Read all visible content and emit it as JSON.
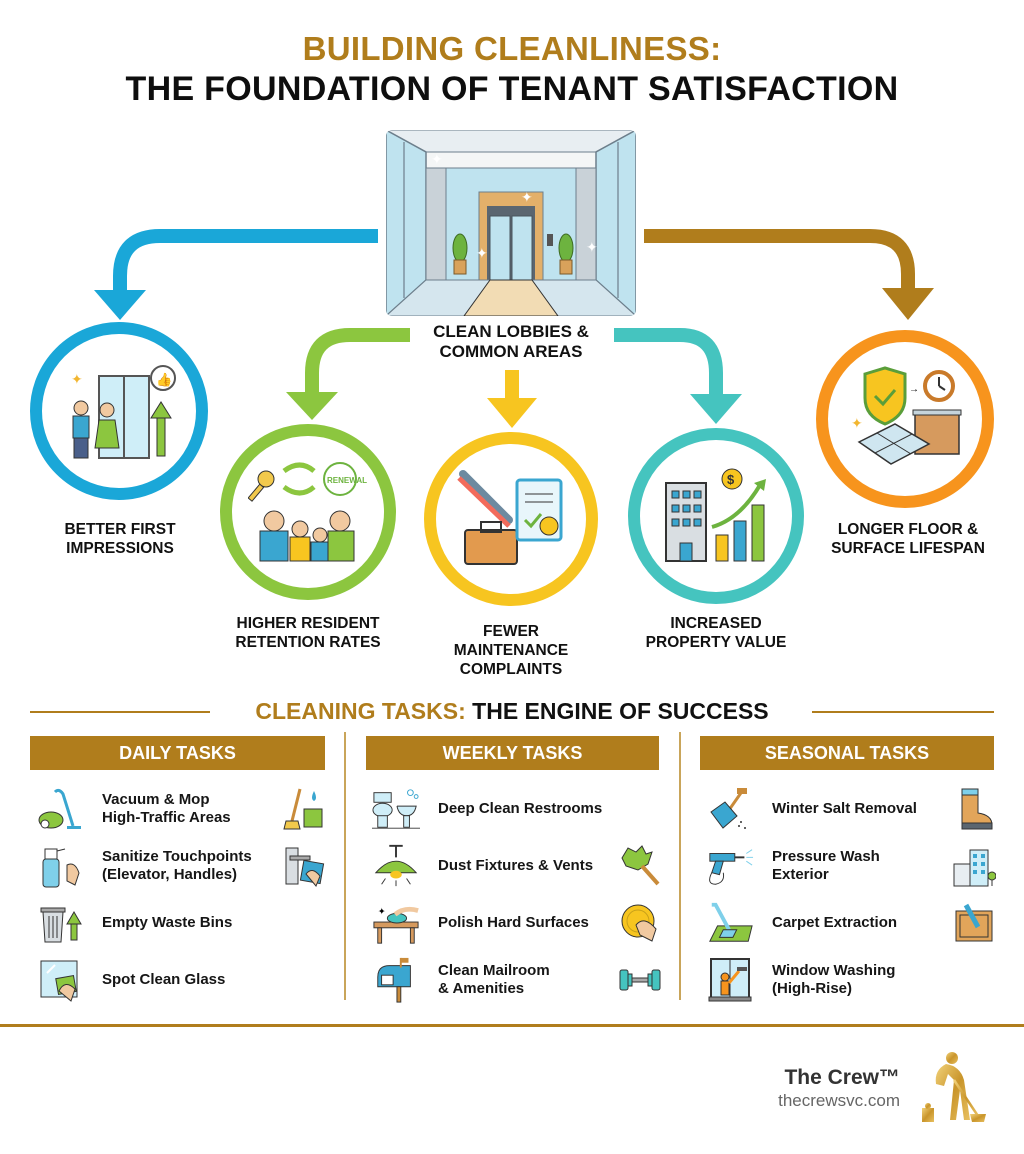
{
  "header": {
    "title_line1": "BUILDING CLEANLINESS:",
    "title_line2": "THE FOUNDATION OF TENANT SATISFACTION"
  },
  "center": {
    "image": "lobby-illustration",
    "label_line1": "CLEAN LOBBIES &",
    "label_line2": "COMMON AREAS"
  },
  "benefits": [
    {
      "line1": "BETTER FIRST",
      "line2": "IMPRESSIONS",
      "line3": "",
      "color": "#1aa7d8",
      "icon": "couple-entering-door-icon"
    },
    {
      "line1": "HIGHER RESIDENT",
      "line2": "RETENTION RATES",
      "line3": "",
      "color": "#8cc63f",
      "icon": "family-renewal-icon",
      "stamp": "RENEWAL"
    },
    {
      "line1": "FEWER",
      "line2": "MAINTENANCE",
      "line3": "COMPLAINTS",
      "color": "#f7c520",
      "icon": "toolbox-clipboard-icon"
    },
    {
      "line1": "INCREASED",
      "line2": "PROPERTY VALUE",
      "line3": "",
      "color": "#45c4bf",
      "icon": "building-growth-chart-icon"
    },
    {
      "line1": "LONGER FLOOR &",
      "line2": "SURFACE LIFESPAN",
      "line3": "",
      "color": "#f7941d",
      "icon": "shield-floor-tile-icon"
    }
  ],
  "arrow_colors": {
    "blue": "#1aa7d8",
    "green": "#8cc63f",
    "yellow": "#f7c520",
    "teal": "#45c4bf",
    "bronze": "#b07d1c"
  },
  "tasks_section": {
    "title_gold": "CLEANING TASKS:",
    "title_dark": " THE ENGINE OF SUCCESS",
    "accent": "#b07d1c",
    "columns": [
      {
        "heading": "DAILY TASKS",
        "items": [
          {
            "line1": "Vacuum & Mop",
            "line2": "High-Traffic Areas",
            "icon": "vacuum-icon",
            "icon2": "mop-bucket-icon"
          },
          {
            "line1": "Sanitize Touchpoints",
            "line2": "(Elevator, Handles)",
            "icon": "spray-bottle-icon",
            "icon2": "door-handle-wipe-icon"
          },
          {
            "line1": "Empty Waste Bins",
            "line2": "",
            "icon": "trash-bin-icon",
            "icon2": ""
          },
          {
            "line1": "Spot Clean Glass",
            "line2": "",
            "icon": "glass-wipe-icon",
            "icon2": ""
          }
        ]
      },
      {
        "heading": "WEEKLY TASKS",
        "items": [
          {
            "line1": "Deep Clean Restrooms",
            "line2": "",
            "icon": "toilet-sink-icon",
            "icon2": ""
          },
          {
            "line1": "Dust Fixtures & Vents",
            "line2": "",
            "icon": "ceiling-lamp-icon",
            "icon2": "feather-duster-icon"
          },
          {
            "line1": "Polish Hard Surfaces",
            "line2": "",
            "icon": "table-polish-icon",
            "icon2": "polishing-pad-icon"
          },
          {
            "line1": "Clean Mailroom",
            "line2": "& Amenities",
            "icon": "mailbox-icon",
            "icon2": "dumbbell-icon"
          }
        ]
      },
      {
        "heading": "SEASONAL TASKS",
        "items": [
          {
            "line1": "Winter Salt Removal",
            "line2": "",
            "icon": "snow-shovel-icon",
            "icon2": "boot-icon"
          },
          {
            "line1": "Pressure Wash",
            "line2": "Exterior",
            "icon": "pressure-washer-icon",
            "icon2": "building-exterior-icon"
          },
          {
            "line1": "Carpet Extraction",
            "line2": "",
            "icon": "carpet-extractor-icon",
            "icon2": "rug-icon"
          },
          {
            "line1": "Window Washing",
            "line2": "(High-Rise)",
            "icon": "window-washer-icon",
            "icon2": ""
          }
        ]
      }
    ]
  },
  "footer": {
    "brand_name": "The Crew™",
    "brand_url": "thecrewsvc.com",
    "logo": "janitor-sweeping-logo"
  }
}
